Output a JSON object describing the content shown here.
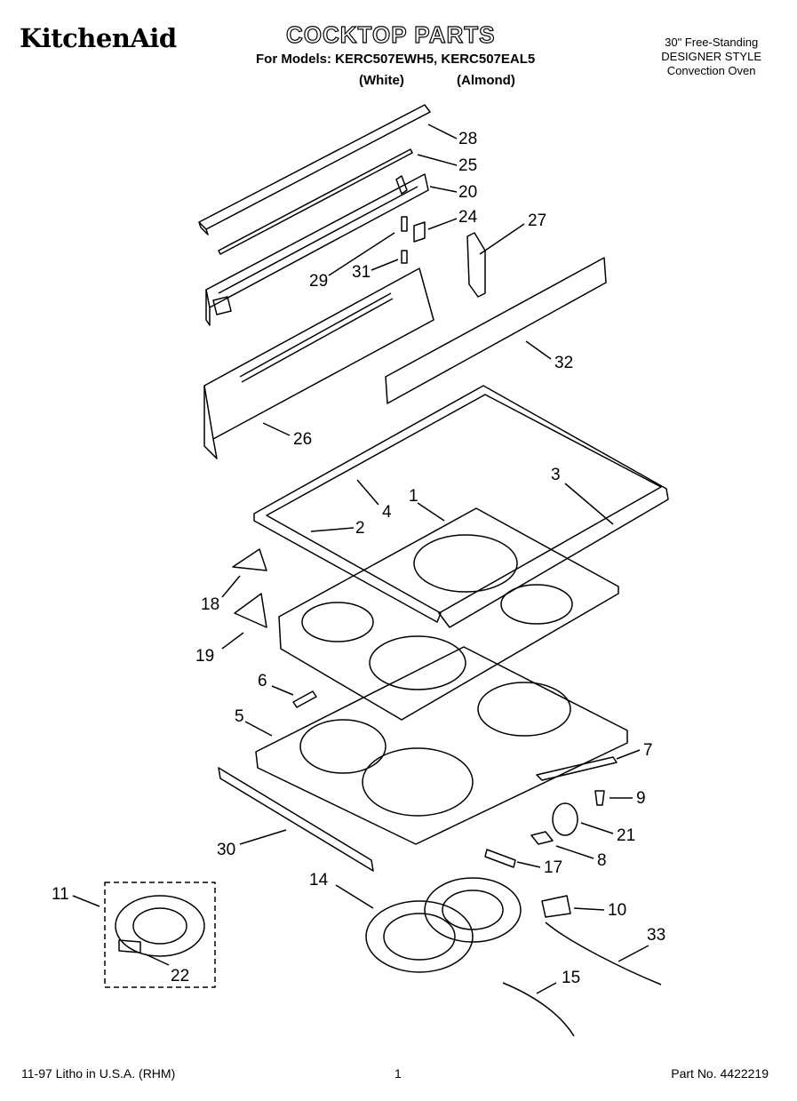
{
  "header": {
    "brand": "KitchenAid",
    "title": "COCKTOP PARTS",
    "models_line": "For Models: KERC507EWH5, KERC507EAL5",
    "color_white": "(White)",
    "color_almond": "(Almond)",
    "description": [
      "30\" Free-Standing",
      "DESIGNER STYLE",
      "Convection Oven"
    ]
  },
  "callouts": [
    "28",
    "25",
    "20",
    "24",
    "27",
    "29",
    "31",
    "32",
    "26",
    "1",
    "3",
    "4",
    "2",
    "18",
    "19",
    "6",
    "5",
    "7",
    "9",
    "21",
    "8",
    "17",
    "30",
    "11",
    "14",
    "10",
    "33",
    "22",
    "15"
  ],
  "footer": {
    "litho": "11-97 Litho in U.S.A. (RHM)",
    "page": "1",
    "part_no": "Part No. 4422219"
  }
}
